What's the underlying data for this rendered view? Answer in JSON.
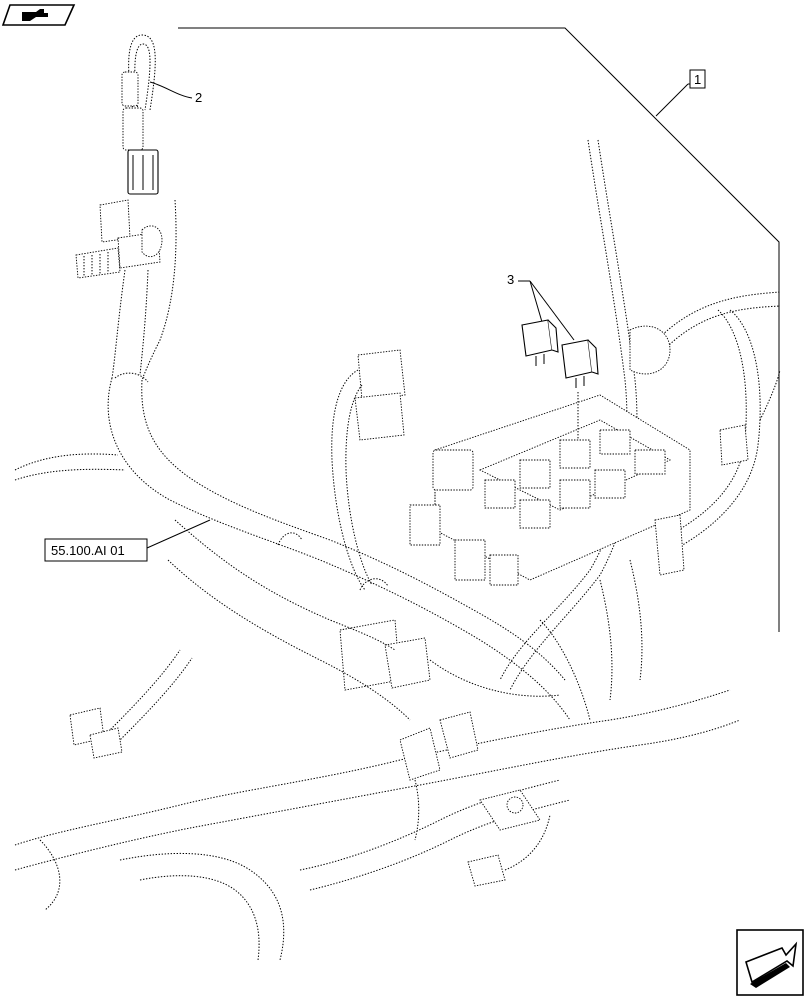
{
  "callouts": {
    "item_1": "1",
    "item_2": "2",
    "item_3": "3"
  },
  "references": {
    "section_ref": "55.100.AI 01"
  },
  "icons": {
    "top_left": "book-arrow-icon",
    "bottom_right": "next-page-arrow-icon"
  },
  "colors": {
    "line": "#000000",
    "background": "#ffffff"
  }
}
